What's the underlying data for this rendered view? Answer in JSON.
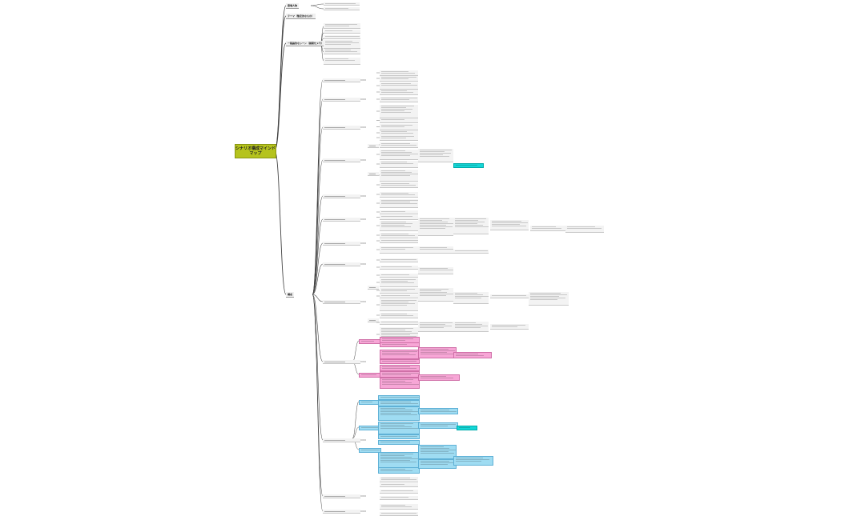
{
  "root": {
    "label": "シナリオ構成マインドマップ"
  },
  "branches": [
    {
      "id": "b1",
      "label": "登場人物"
    },
    {
      "id": "b2",
      "label": "テーマ（暫定的なもの）"
    },
    {
      "id": "b3",
      "label": "一般論的なシーン（展開をメモ）"
    },
    {
      "id": "b4",
      "label": "構成"
    }
  ],
  "colors": {
    "root": "#b5c31d",
    "pink": "#f7a6d6",
    "blue": "#9fdcf2",
    "cyan": "#14d6d6",
    "line": "#444444"
  }
}
